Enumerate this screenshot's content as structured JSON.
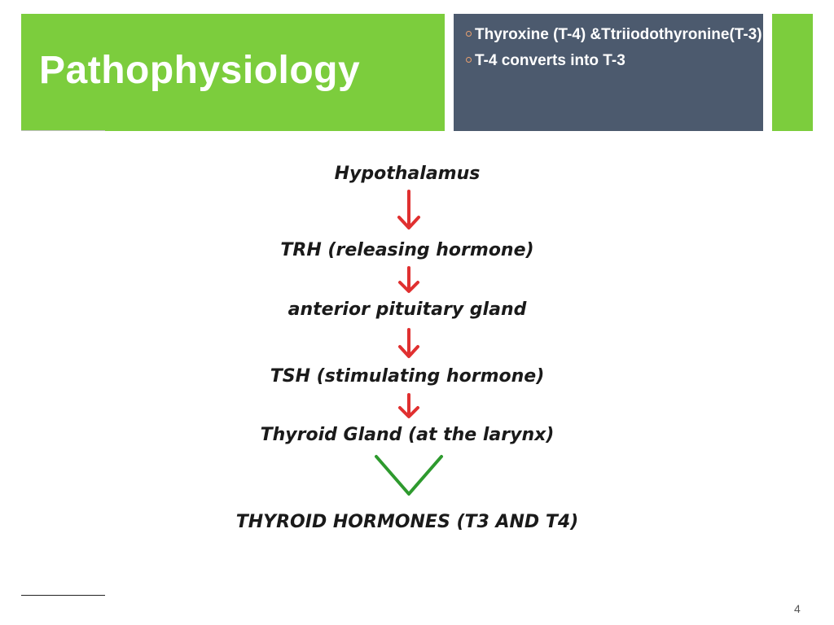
{
  "slide": {
    "title": "Pathophysiology",
    "bullets": [
      "Thyroxine (T-4) &Ttriiodothyronine(T-3)",
      "T-4 converts into T-3"
    ],
    "page_number": "4",
    "colors": {
      "accent_green": "#7ccd3d",
      "panel_slate": "#4c5a6e",
      "arrow_red": "#e03030",
      "arrow_green": "#2e9a2e"
    }
  },
  "flow": {
    "nodes": [
      "Hypothalamus",
      "TRH (releasing hormone)",
      "anterior pituitary gland",
      "TSH (stimulating hormone)",
      "Thyroid Gland (at the larynx)",
      "THYROID HORMONES (T3 AND T4)"
    ]
  }
}
